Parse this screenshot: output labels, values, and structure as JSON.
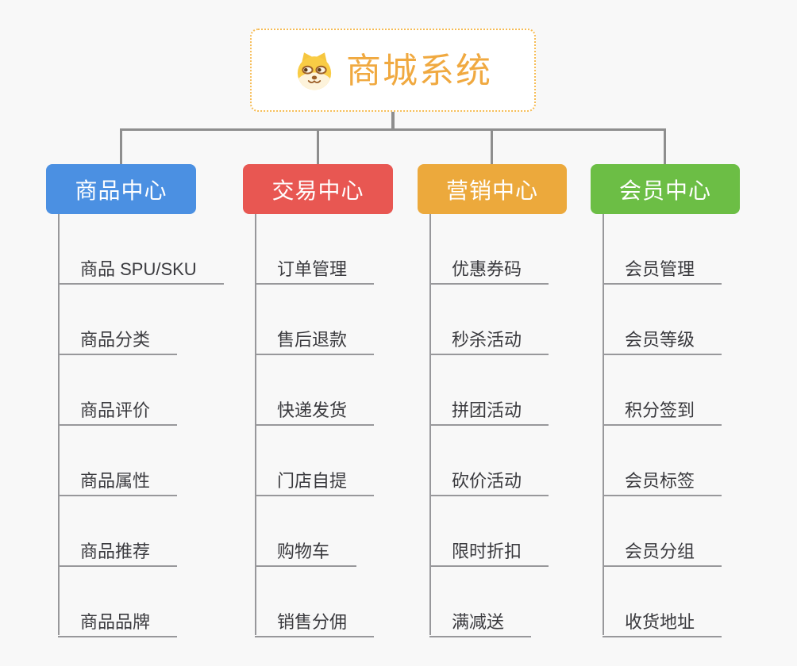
{
  "page": {
    "title": "商城系统"
  },
  "root": {
    "label": "商城系统",
    "label_color": "#F0A940",
    "border_color": "#F6BC55",
    "icon": "dog-face-icon"
  },
  "branches": [
    {
      "id": "product-center",
      "label": "商品中心",
      "color": "#4B90E2",
      "children": [
        "商品 SPU/SKU",
        "商品分类",
        "商品评价",
        "商品属性",
        "商品推荐",
        "商品品牌"
      ]
    },
    {
      "id": "trade-center",
      "label": "交易中心",
      "color": "#E85752",
      "children": [
        "订单管理",
        "售后退款",
        "快递发货",
        "门店自提",
        "购物车",
        "销售分佣"
      ]
    },
    {
      "id": "marketing-center",
      "label": "营销中心",
      "color": "#ECA93C",
      "children": [
        "优惠券码",
        "秒杀活动",
        "拼团活动",
        "砍价活动",
        "限时折扣",
        "满减送"
      ]
    },
    {
      "id": "member-center",
      "label": "会员中心",
      "color": "#6CBE45",
      "children": [
        "会员管理",
        "会员等级",
        "积分签到",
        "会员标签",
        "会员分组",
        "收货地址"
      ]
    }
  ],
  "style": {
    "background": "#F8F8F8",
    "connector_color": "#8E8E8E",
    "leaf_line_color": "#98989B",
    "leaf_text_color": "#3A3A3E"
  }
}
